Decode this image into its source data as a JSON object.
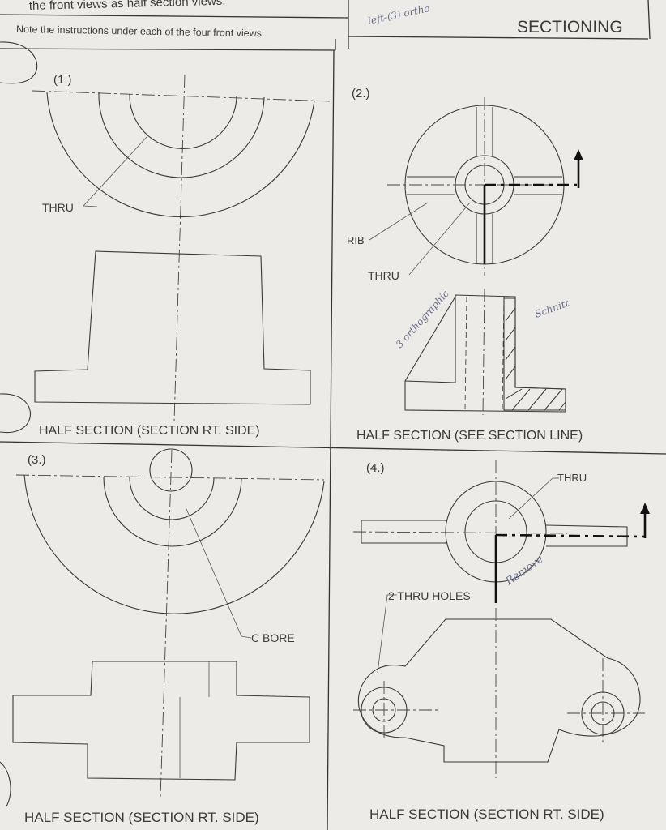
{
  "header": {
    "instruction_line1": "the front views as half section views.",
    "instruction_line2": "Note the instructions under each of the four front views.",
    "handwritten_note": "left-(3) ortho",
    "title": "SECTIONING"
  },
  "problems": [
    {
      "number": "(1.)",
      "callouts": [
        "THRU"
      ],
      "caption": "HALF SECTION (SECTION RT. SIDE)"
    },
    {
      "number": "(2.)",
      "callouts": [
        "RIB",
        "THRU"
      ],
      "caption": "HALF SECTION (SEE SECTION LINE)",
      "handwritten": [
        "3 orthographic",
        "Schnitt"
      ]
    },
    {
      "number": "(3.)",
      "callouts": [
        "C BORE"
      ],
      "caption": "HALF SECTION (SECTION RT. SIDE)"
    },
    {
      "number": "(4.)",
      "callouts": [
        "THRU",
        "2 THRU HOLES"
      ],
      "caption": "HALF SECTION (SECTION RT. SIDE)",
      "handwritten": [
        "Remove"
      ]
    }
  ],
  "colors": {
    "paper": "#ecebe7",
    "ink": "#3a3a3a",
    "pencil": "#6b6f8a"
  }
}
